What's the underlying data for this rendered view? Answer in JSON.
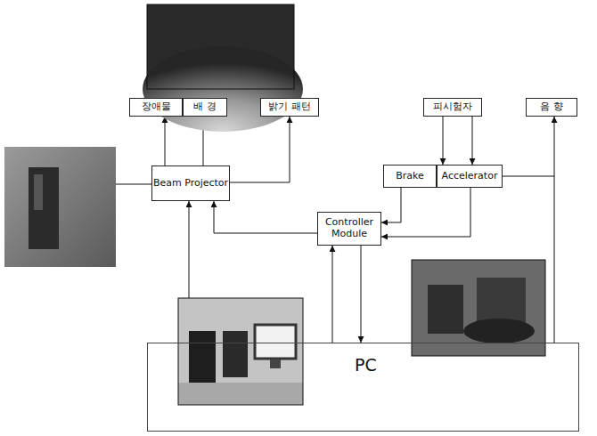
{
  "diagram": {
    "nodes": [
      {
        "text": [
          "장애물"
        ]
      },
      {
        "text": [
          "배 경"
        ]
      },
      {
        "text": [
          "밝기 패턴"
        ]
      },
      {
        "text": [
          "피시험자"
        ]
      },
      {
        "text": [
          "음 향"
        ]
      },
      {
        "text": [
          "Beam Projector"
        ]
      },
      {
        "text": [
          "Brake"
        ]
      },
      {
        "text": [
          "Accelerator"
        ]
      },
      {
        "text": [
          "Controller Module"
        ]
      },
      {
        "text": [
          "PC"
        ]
      }
    ],
    "edges": [
      {
        "from": 5,
        "to": 0,
        "arrow": "to"
      },
      {
        "from": 5,
        "to": 1,
        "arrow": "to"
      },
      {
        "from": 5,
        "to": 2,
        "arrow": "to"
      },
      {
        "from": 3,
        "to": 6,
        "arrow": "to"
      },
      {
        "from": 3,
        "to": 7,
        "arrow": "to"
      },
      {
        "from": 9,
        "to": 4,
        "arrow": "to"
      },
      {
        "from": 9,
        "to": 5,
        "arrow": "to"
      },
      {
        "from": 8,
        "to": 5,
        "arrow": "to"
      },
      {
        "from": 9,
        "to": 8,
        "arrow": "to"
      },
      {
        "from": 8,
        "to": 9,
        "arrow": "to"
      },
      {
        "from": 6,
        "to": 8,
        "arrow": "to"
      },
      {
        "from": 7,
        "to": 8,
        "arrow": "to"
      }
    ]
  }
}
